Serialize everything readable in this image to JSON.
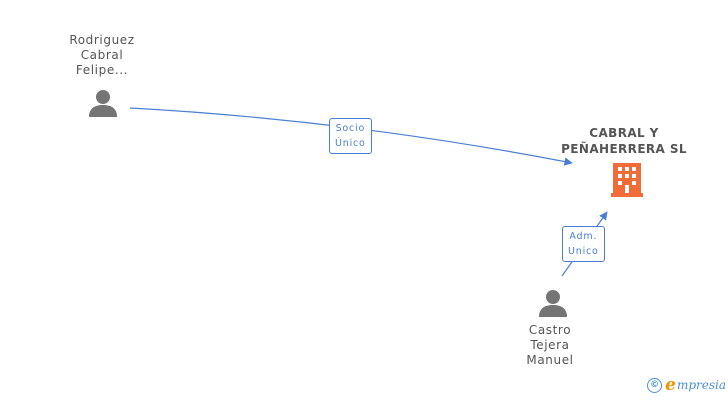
{
  "nodes": {
    "person_1": {
      "lines": [
        "Rodriguez",
        "Cabral",
        "Felipe..."
      ]
    },
    "company": {
      "lines": [
        "CABRAL Y",
        "PEÑAHERRERA SL"
      ]
    },
    "person_2": {
      "lines": [
        "Castro",
        "Tejera",
        "Manuel"
      ]
    }
  },
  "edges": {
    "socio": {
      "lines": [
        "Socio",
        "Único"
      ]
    },
    "adm": {
      "lines": [
        "Adm.",
        "Unico"
      ]
    }
  },
  "footer": {
    "copyright_symbol": "©",
    "brand_mark": "e",
    "brand_text": "mpresia"
  },
  "colors": {
    "edge": "#4a7fd4",
    "person": "#757575",
    "company": "#f26c3a",
    "brand_orange": "#f29400",
    "brand_blue": "#4a8fd0"
  }
}
